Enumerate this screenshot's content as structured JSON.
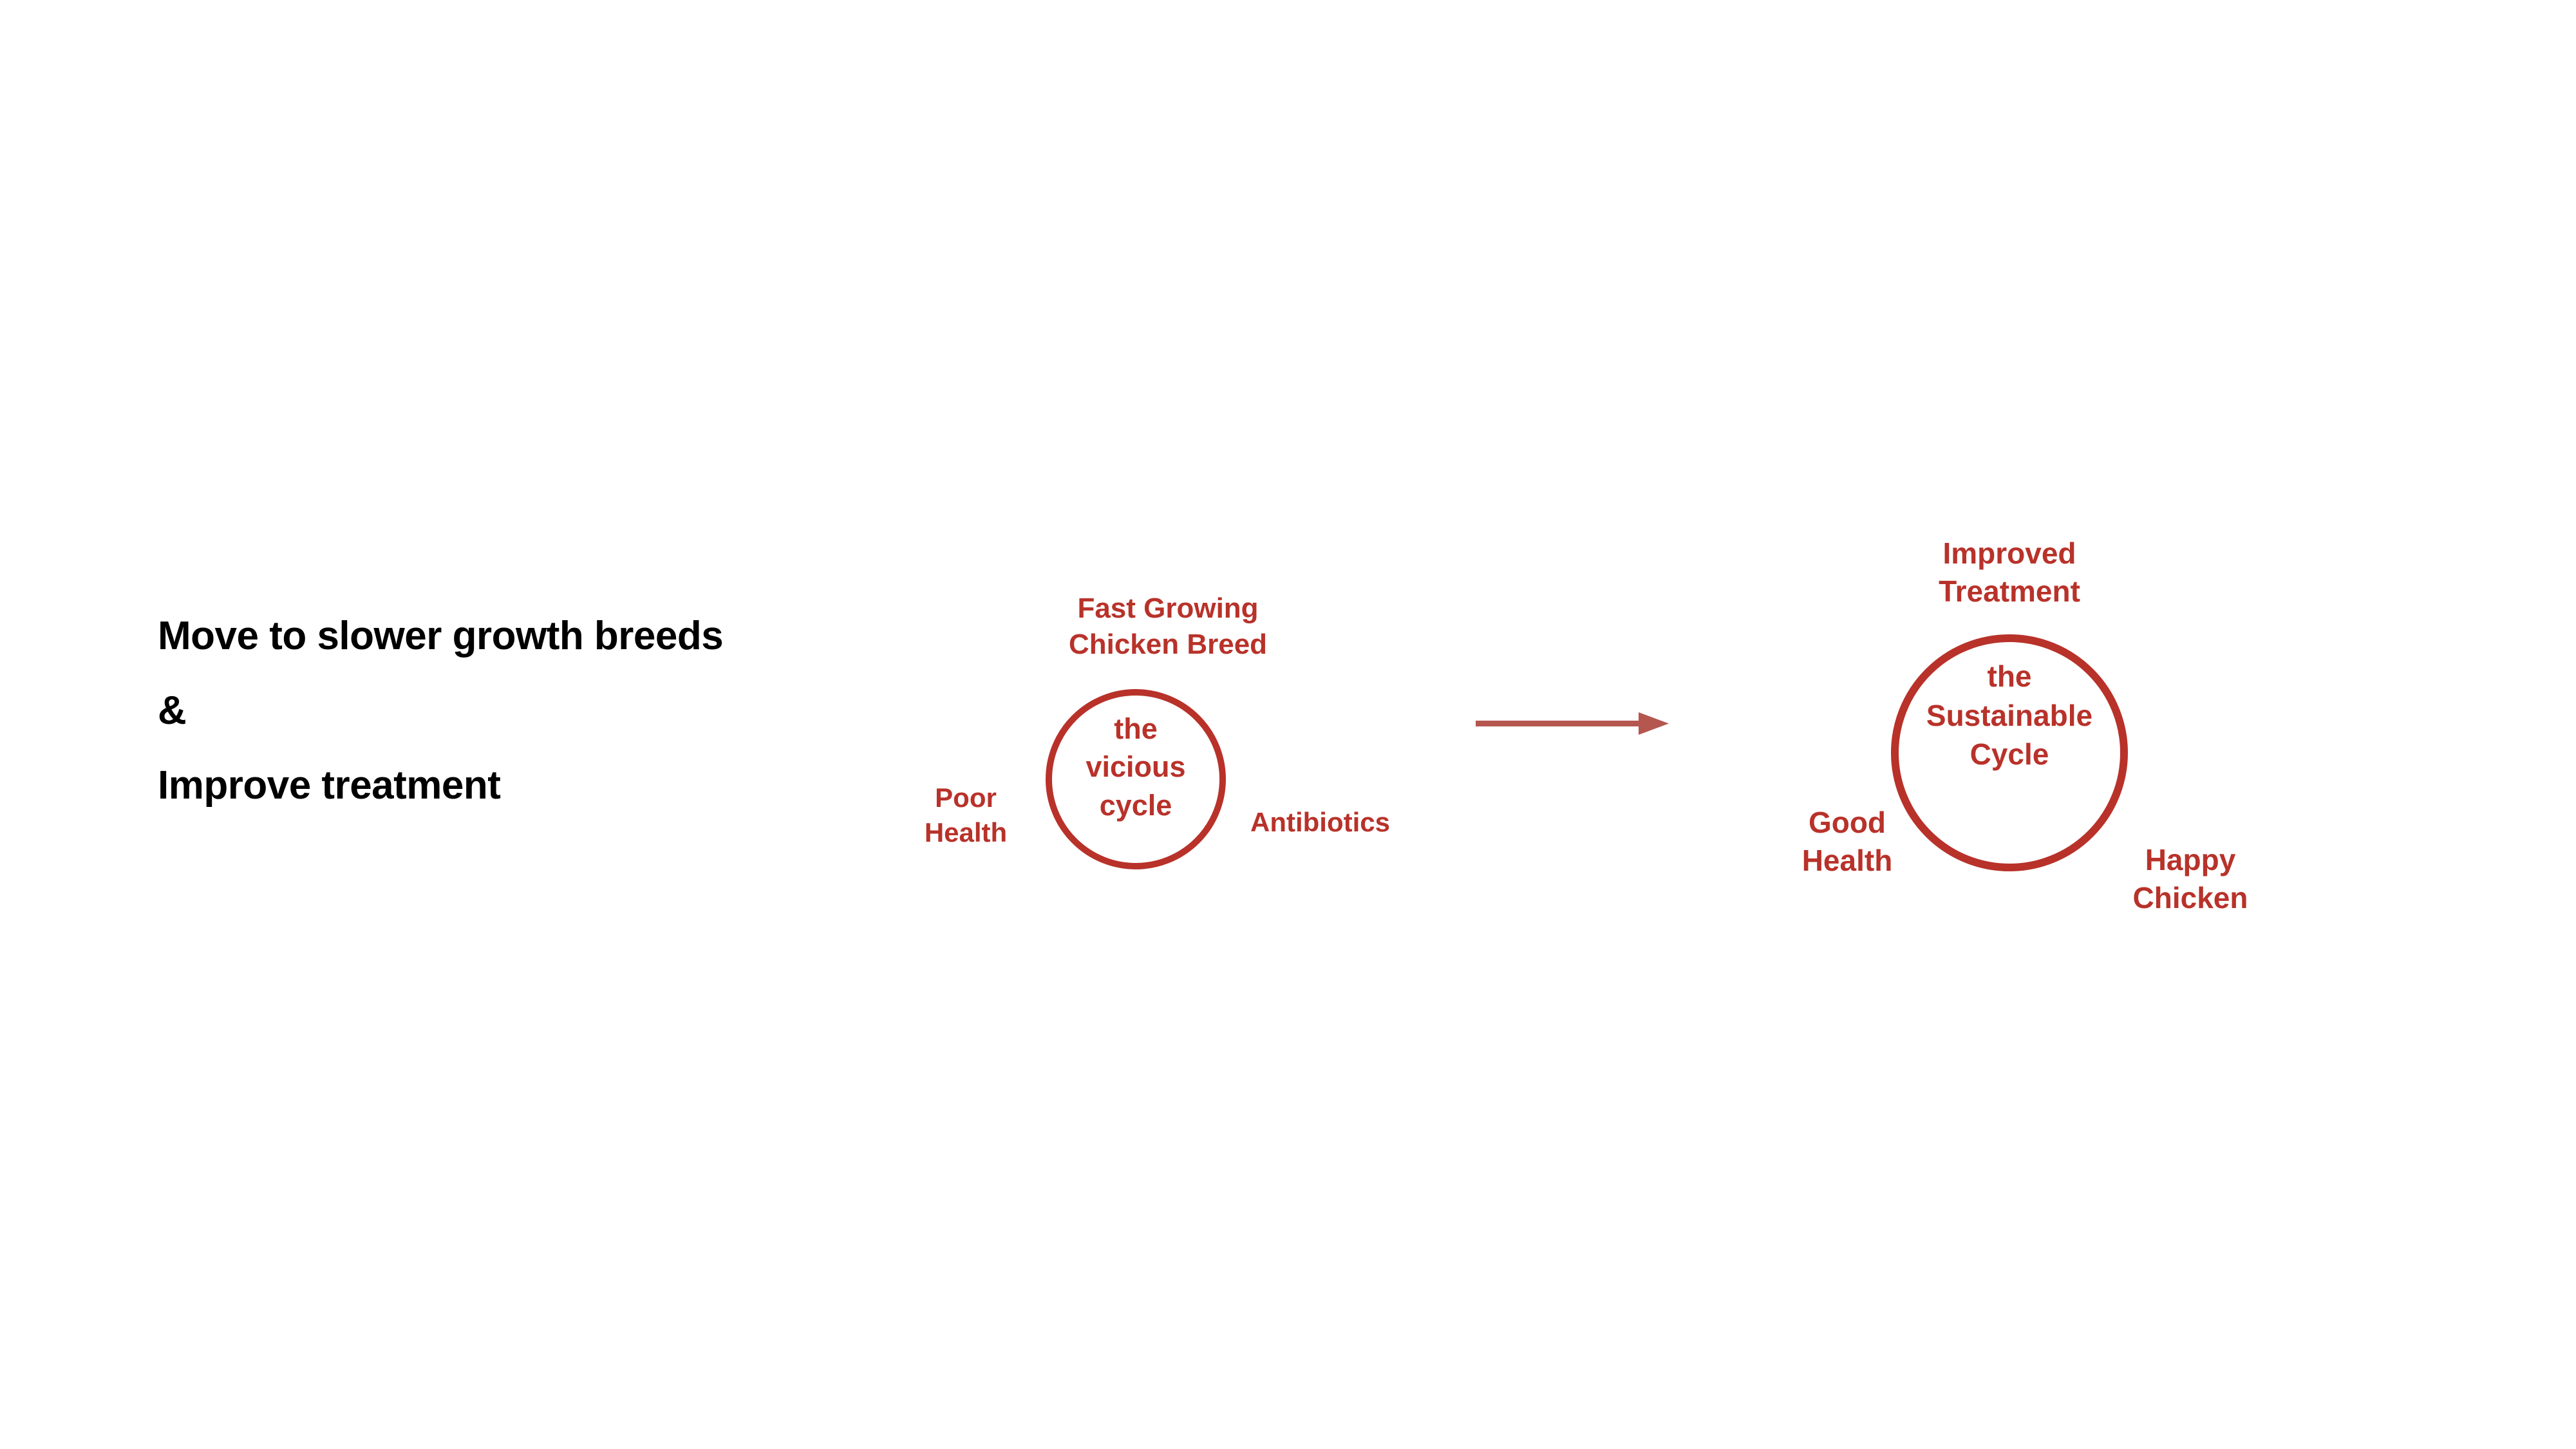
{
  "slide": {
    "background_color": "#ffffff",
    "accent_color": "#b8322a",
    "arrow_color": "#b5564f",
    "text_color": "#000000"
  },
  "headline": {
    "lines": [
      "Move to slower growth breeds",
      "&",
      "Improve treatment"
    ]
  },
  "cycles": [
    {
      "id": "vicious",
      "core": {
        "lines": [
          "the",
          "vicious",
          "cycle"
        ]
      },
      "labels": {
        "top": {
          "lines": [
            "Fast Growing",
            "Chicken Breed"
          ]
        },
        "left": {
          "lines": [
            "Poor",
            "Health"
          ]
        },
        "right": {
          "lines": [
            "Antibiotics"
          ]
        }
      }
    },
    {
      "id": "sustainable",
      "core": {
        "lines": [
          "the",
          "Sustainable",
          "Cycle"
        ]
      },
      "labels": {
        "top": {
          "lines": [
            "Improved",
            "Treatment"
          ]
        },
        "left": {
          "lines": [
            "Good",
            "Health"
          ]
        },
        "right": {
          "lines": [
            "Happy",
            "Chicken"
          ]
        }
      }
    }
  ],
  "arrow": {
    "icon": "arrow-right-icon",
    "direction": "right"
  }
}
